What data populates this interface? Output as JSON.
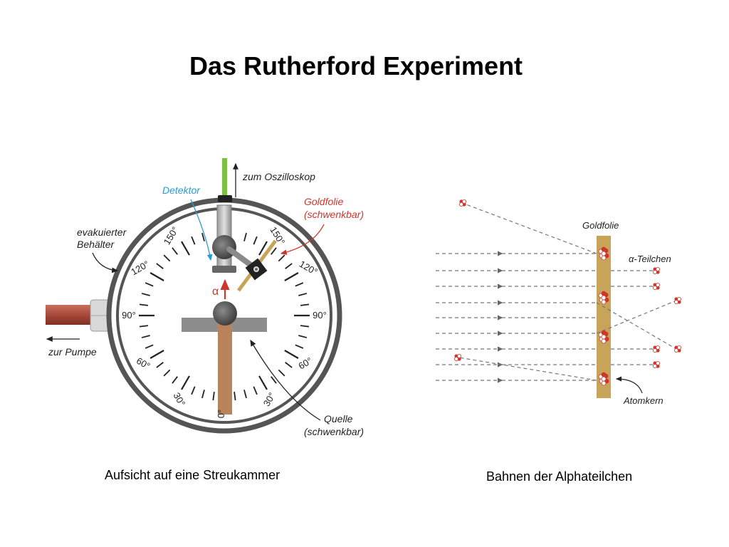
{
  "title": "Das Rutherford Experiment",
  "left_figure": {
    "caption": "Aufsicht auf eine Streukammer",
    "labels": {
      "oscilloscope": "zum Oszilloskop",
      "detector": "Detektor",
      "goldfoil_line1": "Goldfolie",
      "goldfoil_line2": "(schwenkbar)",
      "container_line1": "evakuierter",
      "container_line2": "Behälter",
      "pump": "zur Pumpe",
      "source_line1": "Quelle",
      "source_line2": "(schwenkbar)",
      "alpha": "α"
    },
    "angle_labels": {
      "deg_150_left": "150°",
      "deg_120_left": "120°",
      "deg_90_left": "90°",
      "deg_60_left": "60°",
      "deg_30_left": "30°",
      "deg_0": "0°",
      "deg_30_right": "30°",
      "deg_60_right": "60°",
      "deg_90_right": "90°",
      "deg_120_right": "120°",
      "deg_150_right": "150°"
    }
  },
  "right_figure": {
    "caption": "Bahnen der Alphateilchen",
    "labels": {
      "goldfoil": "Goldfolie",
      "alpha_particles": "α-Teilchen",
      "nucleus": "Atomkern"
    }
  },
  "colors": {
    "detector_label": "#2a9ad6",
    "goldfoil_label": "#d0352b",
    "alpha_arrow": "#d0352b",
    "goldfoil_strip": "#c8a35a",
    "source_rod": "#b8825a",
    "pump_pipe": "#a9493a",
    "cable": "#7cc142"
  }
}
